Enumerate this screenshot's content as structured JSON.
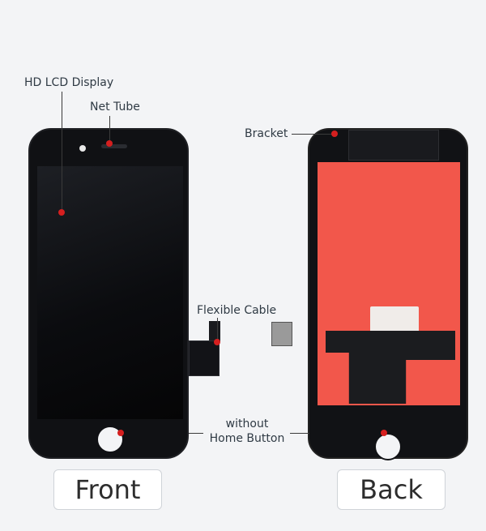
{
  "annotations": {
    "hd_lcd_display": "HD LCD Display",
    "net_tube": "Net Tube",
    "bracket": "Bracket",
    "flexible_cable": "Flexible Cable",
    "without_home_button_1": "without",
    "without_home_button_2": "Home Button"
  },
  "buttons": {
    "front": "Front",
    "back": "Back"
  }
}
